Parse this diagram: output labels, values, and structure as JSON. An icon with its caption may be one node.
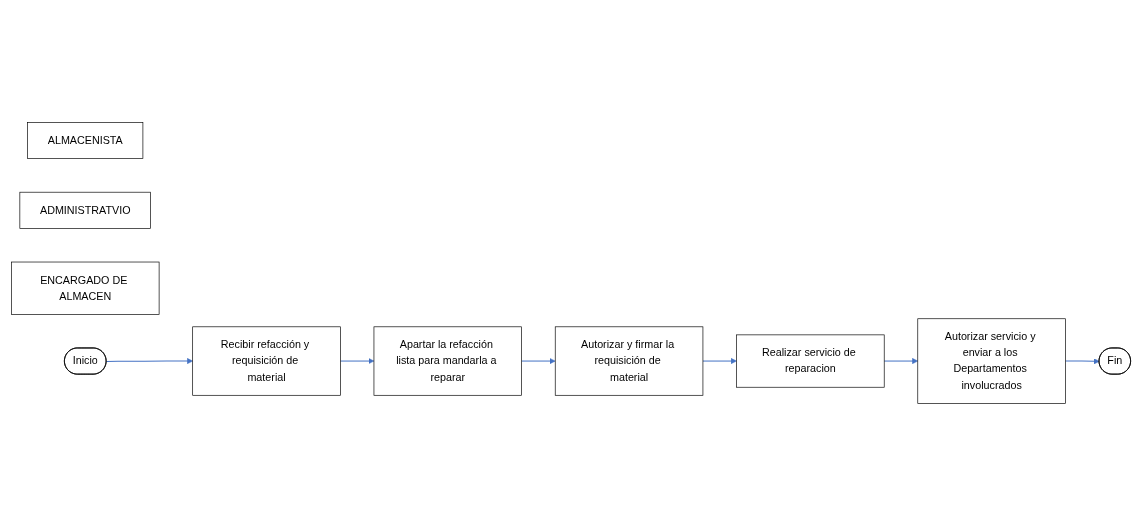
{
  "diagram": {
    "nodes": [
      {
        "text": [
          "ALMACENISTA"
        ]
      },
      {
        "text": [
          "ADMINISTRATVIO"
        ]
      },
      {
        "text": [
          "ENCARGADO DE ALMACEN"
        ]
      },
      {
        "text": [
          "Inicio"
        ]
      },
      {
        "text": [
          "Recibir refacción y requisición de material"
        ]
      },
      {
        "text": [
          "Apartar la refacción lista para mandarla a reparar"
        ]
      },
      {
        "text": [
          "Autorizar y firmar la requisición de material"
        ]
      },
      {
        "text": [
          "Realizar servicio de reparacion"
        ]
      },
      {
        "text": [
          "Autorizar servicio y enviar a los Departamentos involucrados"
        ]
      },
      {
        "text": [
          "Fin"
        ]
      }
    ],
    "edges": [
      {
        "from": 3,
        "to": 4,
        "arrow": "to"
      },
      {
        "from": 4,
        "to": 5,
        "arrow": "to"
      },
      {
        "from": 5,
        "to": 6,
        "arrow": "to"
      },
      {
        "from": 6,
        "to": 7,
        "arrow": "to"
      },
      {
        "from": 7,
        "to": 8,
        "arrow": "to"
      },
      {
        "from": 8,
        "to": 9,
        "arrow": "to"
      }
    ]
  }
}
